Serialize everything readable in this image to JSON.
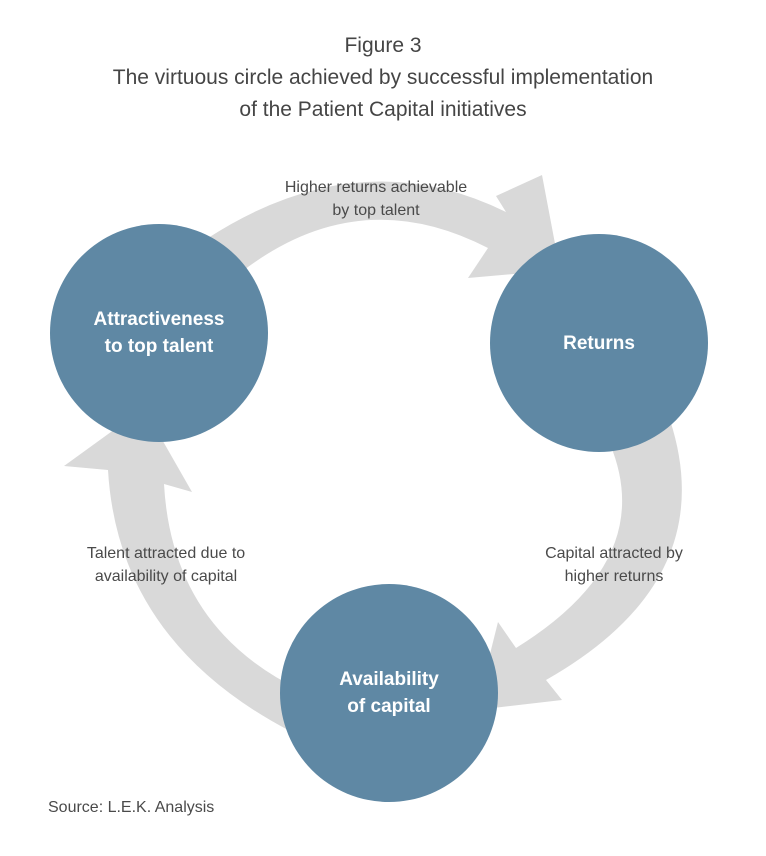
{
  "figure": {
    "label": "Figure 3",
    "title_line1": "The virtuous circle achieved by successful implementation",
    "title_line2": "of the Patient Capital initiatives"
  },
  "nodes": {
    "attractiveness": {
      "line1": "Attractiveness",
      "line2": "to top talent"
    },
    "returns": {
      "line1": "Returns"
    },
    "capital": {
      "line1": "Availability",
      "line2": "of capital"
    }
  },
  "edges": {
    "talent_to_returns": {
      "line1": "Higher returns achievable",
      "line2": "by top talent"
    },
    "returns_to_capital": {
      "line1": "Capital attracted by",
      "line2": "higher returns"
    },
    "capital_to_talent": {
      "line1": "Talent attracted due to",
      "line2": "availability of capital"
    }
  },
  "colors": {
    "node_fill": "#5f88a4",
    "arrow_fill": "#d9d9d9",
    "text": "#4a4a4a"
  },
  "source": "Source: L.E.K. Analysis"
}
